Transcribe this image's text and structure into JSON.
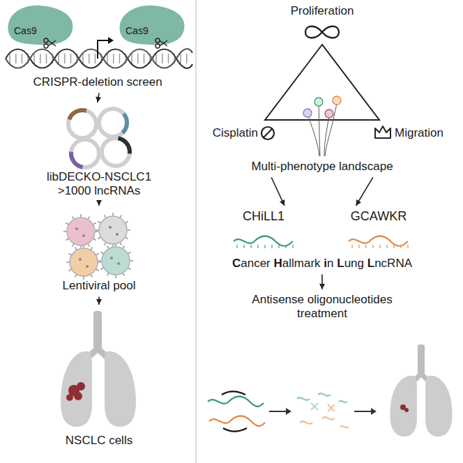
{
  "diagram": {
    "nodes": [
      {
        "text": [
          "CRISPR-deletion screen"
        ]
      },
      {
        "text": [
          "libDECKO-NSCLC1",
          ">1000 lncRNAs"
        ]
      },
      {
        "text": [
          "Lentiviral pool"
        ]
      },
      {
        "text": [
          "NSCLC cells"
        ]
      },
      {
        "text": [
          "Multi-phenotype landscape"
        ]
      },
      {
        "text": [
          "CHiLL1"
        ]
      },
      {
        "text": [
          "GCAWKR"
        ]
      },
      {
        "text": [
          "Cancer Hallmark in Lung LncRNA"
        ]
      },
      {
        "text": [
          "Antisense oligonucleotides treatment"
        ]
      }
    ],
    "edges": [
      {
        "from": 0,
        "to": 1,
        "arrow": "to"
      },
      {
        "from": 1,
        "to": 2,
        "arrow": "to"
      },
      {
        "from": 2,
        "to": 3,
        "arrow": "to"
      },
      {
        "from": 4,
        "to": 5,
        "arrow": "to"
      },
      {
        "from": 4,
        "to": 6,
        "arrow": "to"
      },
      {
        "from": 7,
        "to": 8,
        "arrow": "to"
      }
    ],
    "labels": [
      "Cas9",
      "Cas9",
      "Proliferation",
      "Cisplatin",
      "Migration"
    ]
  }
}
